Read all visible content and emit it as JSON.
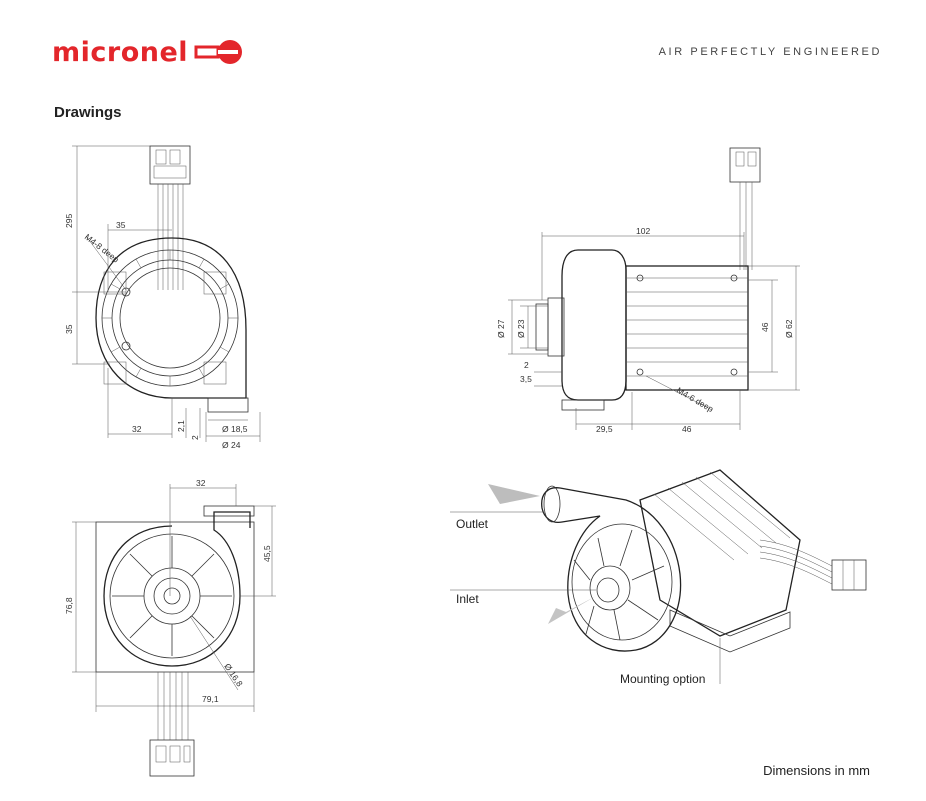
{
  "brand": {
    "name": "micronel",
    "color": "#e3262b"
  },
  "tagline": "AIR PERFECTLY ENGINEERED",
  "section_title": "Drawings",
  "units_note": "Dimensions in mm",
  "views": {
    "front": {
      "d1": "295",
      "d2": "35",
      "d3": "35",
      "d4": "M4-8 deep",
      "d5": "32",
      "d6": "2,1",
      "d7": "2",
      "d8": "Ø 18,5",
      "d9": "Ø 24"
    },
    "side": {
      "d1": "102",
      "d2": "Ø 27",
      "d3": "Ø 23",
      "d4": "2",
      "d5": "3,5",
      "d6": "46",
      "d7": "Ø 62",
      "d8": "M4-6 deep",
      "d9": "29,5",
      "d10": "46"
    },
    "back": {
      "d1": "32",
      "d2": "45,5",
      "d3": "76,8",
      "d4": "Ø 16,8",
      "d5": "79,1"
    },
    "iso": {
      "outlet": "Outlet",
      "inlet": "Inlet",
      "mounting": "Mounting option"
    }
  }
}
